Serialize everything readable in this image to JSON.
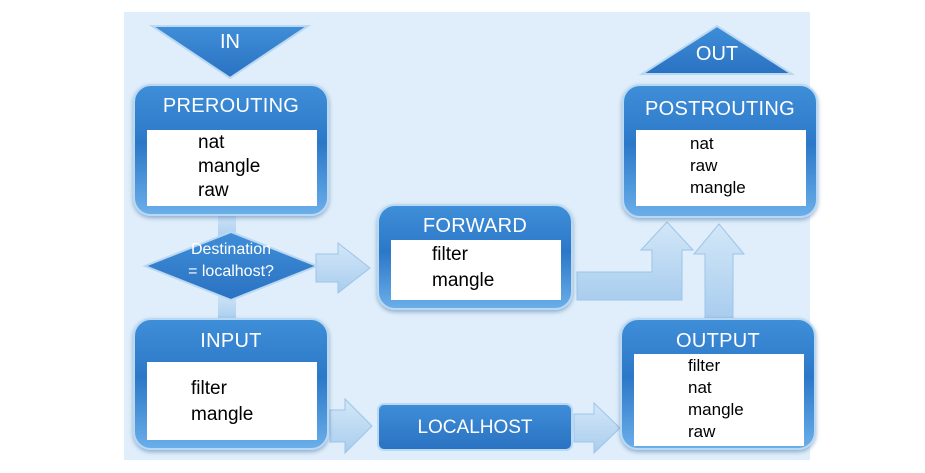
{
  "in_label": "IN",
  "out_label": "OUT",
  "decision": {
    "line1": "Destination",
    "line2": "= localhost?"
  },
  "localhost_label": "LOCALHOST",
  "prerouting": {
    "title": "PREROUTING",
    "tables": [
      "nat",
      "mangle",
      "raw"
    ]
  },
  "forward": {
    "title": "FORWARD",
    "tables": [
      "filter",
      "mangle"
    ]
  },
  "postrouting": {
    "title": "POSTROUTING",
    "tables": [
      "nat",
      "raw",
      "mangle"
    ]
  },
  "input": {
    "title": "INPUT",
    "tables": [
      "filter",
      "mangle"
    ]
  },
  "output": {
    "title": "OUTPUT",
    "tables": [
      "filter",
      "nat",
      "mangle",
      "raw"
    ]
  },
  "colors": {
    "box_blue": "#2f7ccc",
    "arrow": "#bcd9f2",
    "background": "#dfeefa"
  }
}
